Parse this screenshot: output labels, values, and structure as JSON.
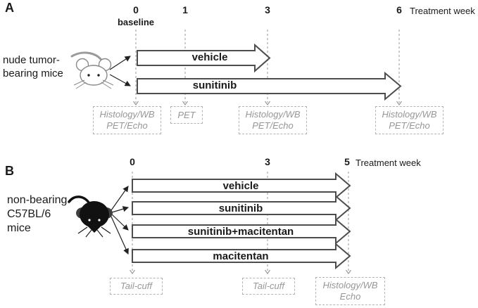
{
  "colors": {
    "ink": "#1a1a1a",
    "arrow_outline": "#4d4d4d",
    "muted_text": "#979797",
    "dashed_gray": "#ababab",
    "background": "#ffffff"
  },
  "panel_a": {
    "label": "A",
    "subject_lines": [
      "nude tumor-",
      "bearing mice"
    ],
    "timeline": {
      "week_0": "0",
      "week_0_sub": "baseline",
      "week_1": "1",
      "week_3": "3",
      "week_6": "6",
      "axis_label": "Treatment week"
    },
    "treatments": [
      {
        "name": "vehicle",
        "start_week": "0",
        "end_week": "3"
      },
      {
        "name": "sunitinib",
        "start_week": "0",
        "end_week": "6"
      }
    ],
    "assessments": [
      {
        "week": "0",
        "lines": [
          "Histology/WB",
          "PET/Echo"
        ]
      },
      {
        "week": "1",
        "lines": [
          "PET"
        ]
      },
      {
        "week": "3",
        "lines": [
          "Histology/WB",
          "PET/Echo"
        ]
      },
      {
        "week": "6",
        "lines": [
          "Histology/WB",
          "PET/Echo"
        ]
      }
    ]
  },
  "panel_b": {
    "label": "B",
    "subject_lines": [
      "non-bearing",
      "C57BL/6",
      "mice"
    ],
    "timeline": {
      "week_0": "0",
      "week_3": "3",
      "week_5": "5",
      "axis_label": "Treatment week"
    },
    "treatments": [
      {
        "name": "vehicle",
        "start_week": "0",
        "end_week": "5"
      },
      {
        "name": "sunitinib",
        "start_week": "0",
        "end_week": "5"
      },
      {
        "name": "sunitinib+macitentan",
        "start_week": "0",
        "end_week": "5"
      },
      {
        "name": "macitentan",
        "start_week": "0",
        "end_week": "5"
      }
    ],
    "assessments": [
      {
        "week": "0",
        "lines": [
          "Tail-cuff"
        ]
      },
      {
        "week": "3",
        "lines": [
          "Tail-cuff"
        ]
      },
      {
        "week": "5",
        "lines": [
          "Histology/WB",
          "Echo"
        ]
      }
    ]
  }
}
